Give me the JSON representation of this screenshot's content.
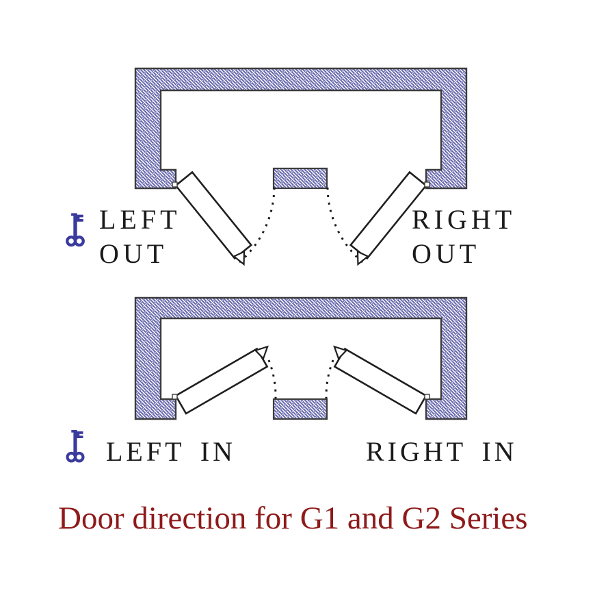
{
  "caption": {
    "text": "Door direction for G1 and G2 Series",
    "color": "#8E1A1A"
  },
  "colors": {
    "hatch_line": "#6464AC",
    "wall_outline": "#3C3C3C",
    "door_outline": "#1F1F1F",
    "swing_arc": "#1A1A1A",
    "label_text": "#1A1A1A",
    "key_blue": "#3B3B9E"
  },
  "icons": {
    "key": "skeleton-key-icon"
  },
  "top_diagram": {
    "left_door": {
      "label_line1": "LEFT",
      "label_line2": "OUT"
    },
    "right_door": {
      "label_line1": "RIGHT",
      "label_line2": "OUT"
    }
  },
  "bottom_diagram": {
    "left_door": {
      "label": "LEFT IN"
    },
    "right_door": {
      "label": "RIGHT IN"
    }
  }
}
